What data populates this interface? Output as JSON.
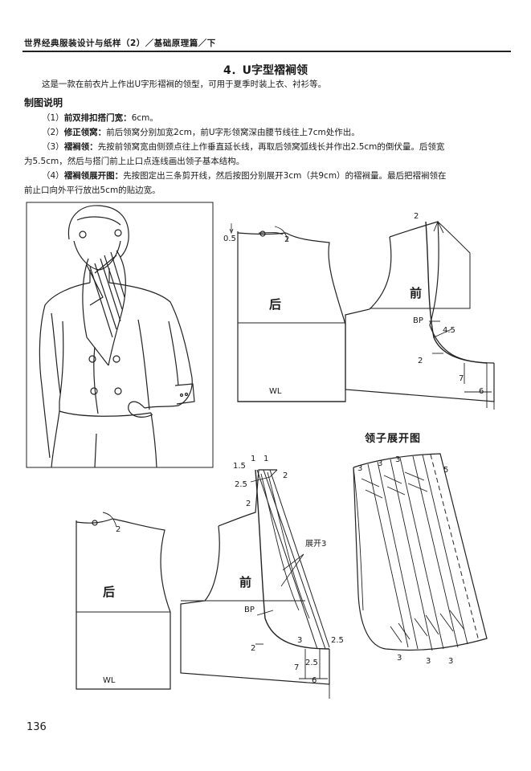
{
  "header": {
    "running_title": "世界经典服装设计与纸样（2）／基础原理篇／下"
  },
  "section": {
    "title": "4．U字型褶裥领"
  },
  "intro": "这是一款在前衣片上作出U字形褶裥的领型，可用于夏季时装上衣、衬衫等。",
  "heading": "制图说明",
  "steps": [
    {
      "num": "（1）",
      "title": "前双排扣搭门宽：",
      "text": "6cm。"
    },
    {
      "num": "（2）",
      "title": "修正领窝：",
      "text": "前后领窝分别加宽2cm，前U字形领窝深由腰节线往上7cm处作出。"
    },
    {
      "num": "（3）",
      "title": "褶裥领：",
      "text": "先按前领窝宽由侧颈点往上作垂直延长线，再取后领窝弧线长并作出2.5cm的倒伏量。后领宽",
      "cont": "为5.5cm，然后与搭门前上止口点连线画出领子基本结构。"
    },
    {
      "num": "（4）",
      "title": "褶裥领展开图：",
      "text": "先按图定出三条剪开线，然后按图分别展开3cm（共9cm）的褶裥量。最后把褶裥领在",
      "cont": "前止口向外平行放出5cm的贴边宽。"
    }
  ],
  "figure": {
    "top": {
      "back": "后",
      "front": "前",
      "wl": "WL",
      "bp": "BP",
      "m05": "0.5",
      "m2a": "2",
      "m2b": "2",
      "m45": "4.5",
      "m2c": "2",
      "m7": "7",
      "m6": "6"
    },
    "expand_title": "领子展开图",
    "expand": {
      "m3a": "3",
      "m3b": "3",
      "m3c": "3",
      "m5": "5",
      "m3d": "3",
      "m3e": "3",
      "m3f": "3"
    },
    "bottom": {
      "back": "后",
      "front": "前",
      "wl": "WL",
      "bp": "BP",
      "m2a": "2",
      "m15": "1.5",
      "m1a": "1",
      "m1b": "1",
      "m2b": "2",
      "m25a": "2.5",
      "m2c": "2",
      "spread": "展开3",
      "m2d": "2",
      "m3": "3",
      "m25b": "2.5",
      "m7": "7",
      "m25c": "2.5",
      "m6": "6"
    }
  },
  "page_number": "136"
}
